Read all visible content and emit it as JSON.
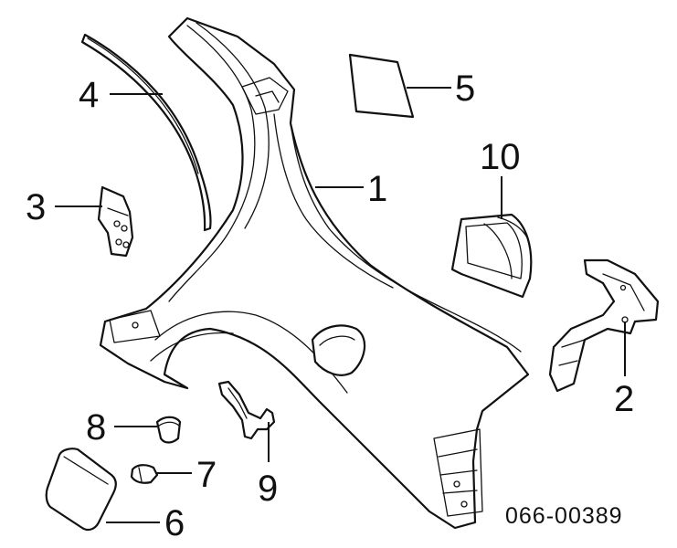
{
  "callouts": {
    "c1": "1",
    "c2": "2",
    "c3": "3",
    "c4": "4",
    "c5": "5",
    "c6": "6",
    "c7": "7",
    "c8": "8",
    "c9": "9",
    "c10": "10"
  },
  "diagram_code": "066-00389",
  "colors": {
    "ink": "#111111",
    "background": "#ffffff"
  }
}
